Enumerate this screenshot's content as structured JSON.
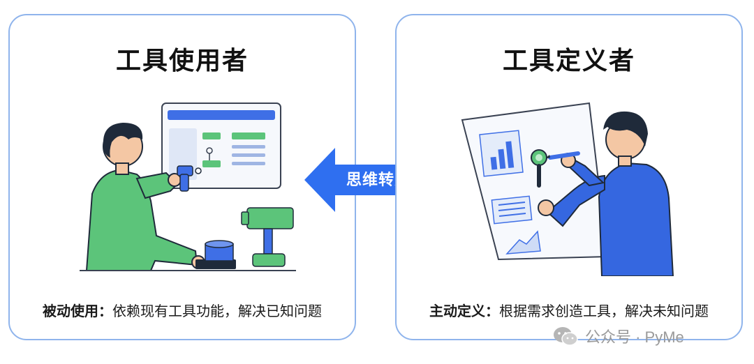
{
  "left_panel": {
    "title": "工具使用者",
    "caption_head": "被动使用：",
    "caption_body": "依赖现有工具功能，解决已知问题"
  },
  "center": {
    "arrow_label": "思维转变"
  },
  "right_panel": {
    "title": "工具定义者",
    "caption_head": "主动定义：",
    "caption_body": "根据需求创造工具，解决未知问题"
  },
  "watermark": {
    "text": "公众号 · PyMe"
  },
  "colors": {
    "panel_border": "#8fb4ec",
    "arrow_blue": "#2f6ff0",
    "green_shirt": "#5cc47a",
    "blue_shirt": "#3567e0",
    "hair": "#1f2a3a",
    "skin": "#f4c7a4"
  }
}
